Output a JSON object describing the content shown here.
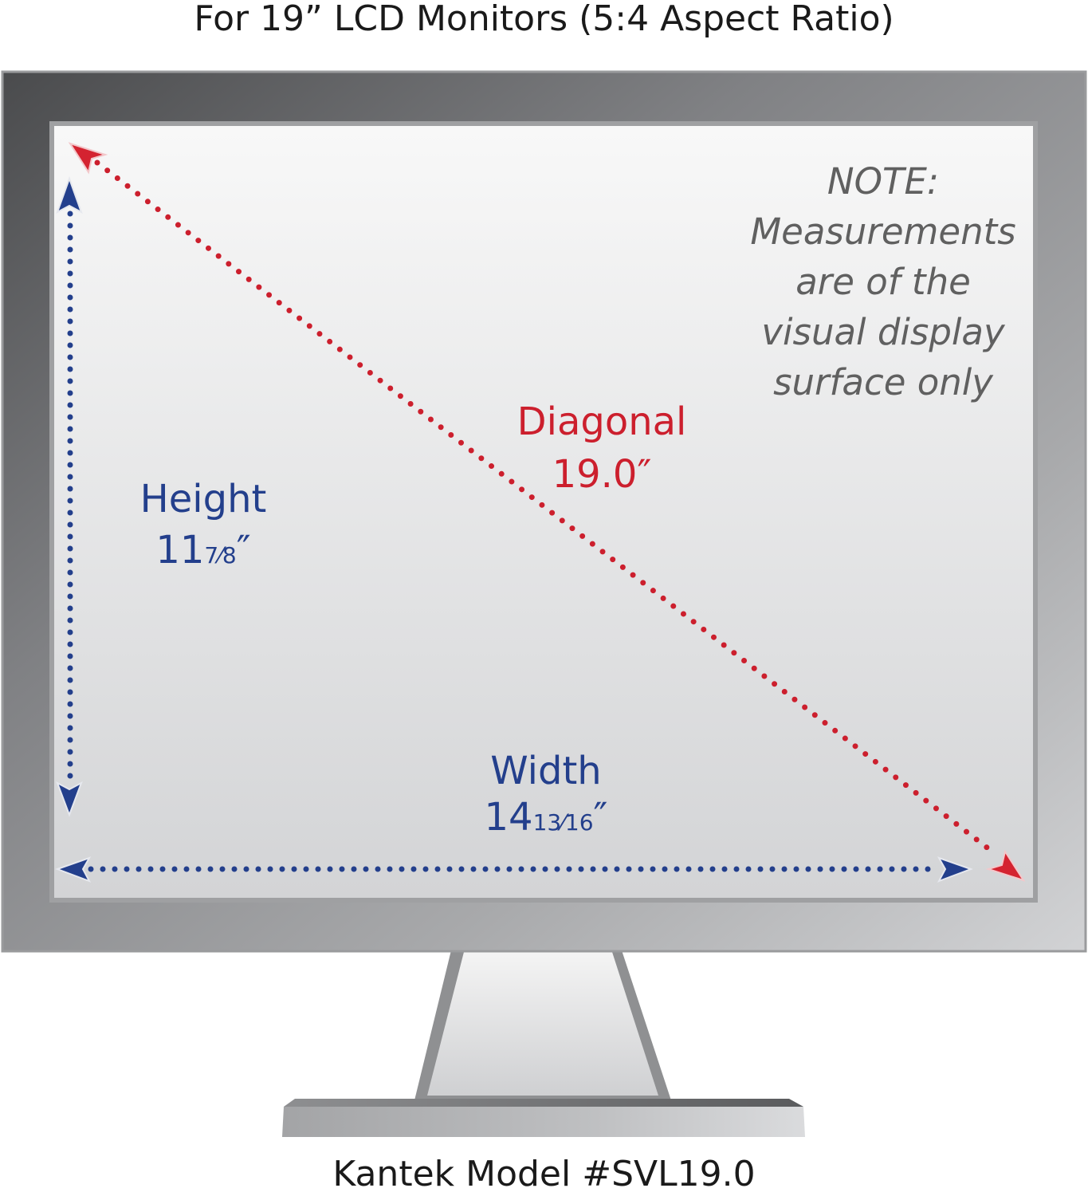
{
  "title": "For 19” LCD Monitors (5:4 Aspect Ratio)",
  "footer": "Kantek Model #SVL19.0",
  "note": {
    "lines": [
      "NOTE:",
      "Measurements",
      "are of the",
      "visual display",
      "surface only"
    ]
  },
  "diagonal": {
    "label": "Diagonal",
    "value": "19.0″",
    "color": "#cc1f2d"
  },
  "height": {
    "label": "Height",
    "whole": "11",
    "fraction": "7⁄8",
    "unit": "″",
    "color": "#233f8c"
  },
  "width": {
    "label": "Width",
    "whole": "14",
    "fraction": "13⁄16",
    "unit": "″",
    "color": "#233f8c"
  },
  "colors": {
    "bezel_dark": "#4f5052",
    "bezel_light": "#c9cacc",
    "screen_top": "#f7f7f7",
    "screen_bottom": "#d4d5d7",
    "stand": "#a9aaac"
  }
}
